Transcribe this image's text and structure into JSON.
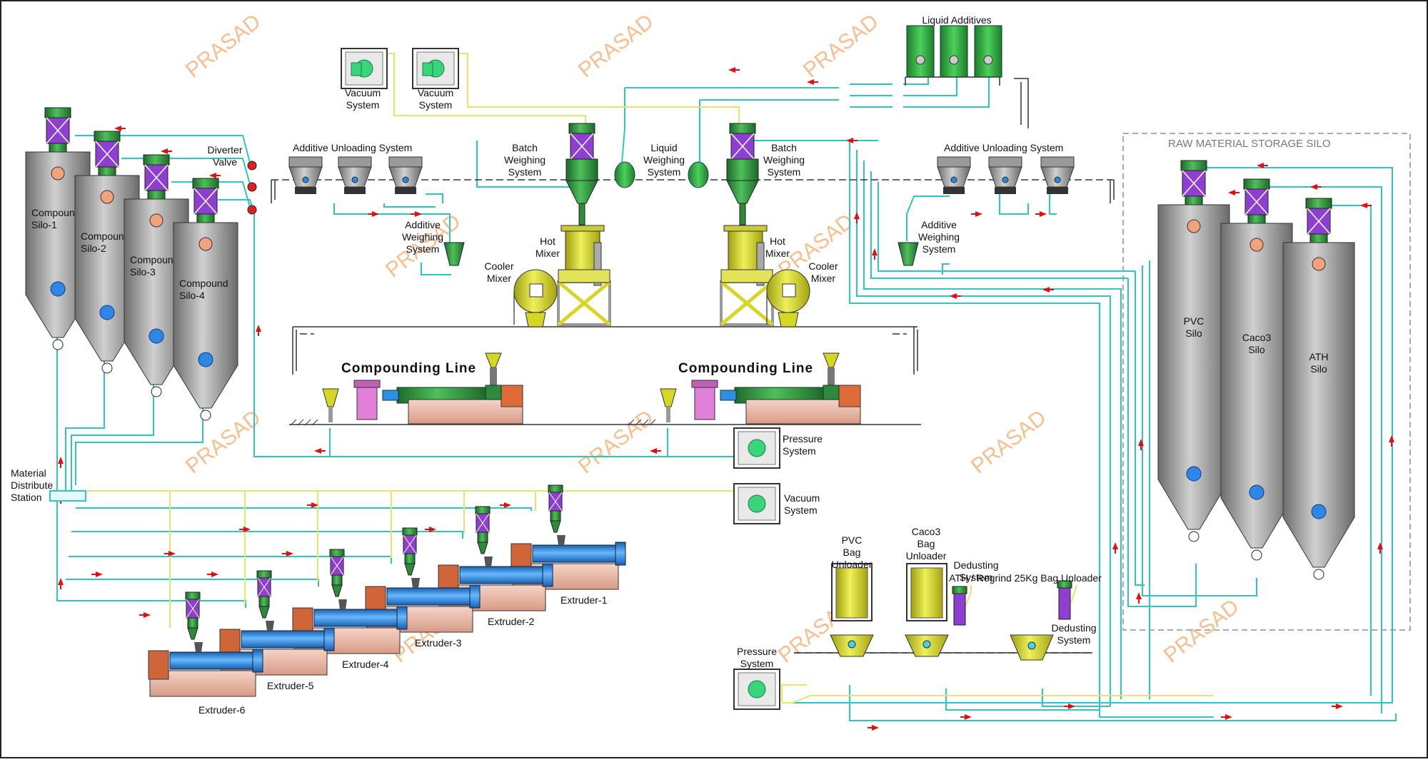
{
  "labels": {
    "liquid_additives": "Liquid Additives",
    "vacuum_system": "Vacuum System",
    "pressure_system": "Pressure System",
    "diverter_valve": "Diverter Valve",
    "additive_unloading": "Additive Unloading System",
    "batch_weighing": "Batch Weighing System",
    "liquid_weighing": "Liquid Weighing System",
    "additive_weighing": "Additive Weighing System",
    "hot_mixer": "Hot Mixer",
    "cooler_mixer": "Cooler Mixer",
    "compounding_line": "Compounding Line",
    "material_distribute": "Material Distribute Station",
    "raw_material_storage": "RAW MATERIAL STORAGE SILO",
    "pvc_bag_unloader": "PVC Bag Unloader",
    "caco3_bag_unloader": "Caco3 Bag Unloader",
    "dedusting_system": "Dedusting System",
    "ath_regrind_unloader": "ATH / Regrind 25Kg Bag Unloader",
    "watermark": "PRASAD"
  },
  "compound_silos": [
    "Compound Silo-1",
    "Compound Silo-2",
    "Compound Silo-3",
    "Compound Silo-4"
  ],
  "raw_silos": [
    "PVC Silo",
    "Caco3 Silo",
    "ATH Silo"
  ],
  "extruders": [
    "Extruder-1",
    "Extruder-2",
    "Extruder-3",
    "Extruder-4",
    "Extruder-5",
    "Extruder-6"
  ],
  "colors": {
    "pipe": "#2cc7c2",
    "vacuum_line": "#e8e36a",
    "silo": "#9a9a9a",
    "mixer": "#d6d624",
    "valve_box": "#8e3fd0",
    "motor": "#2d8a3a",
    "barrel": "#2f8fe0",
    "flow_arrow": "#e01010",
    "watermark": "#f6b47c"
  }
}
